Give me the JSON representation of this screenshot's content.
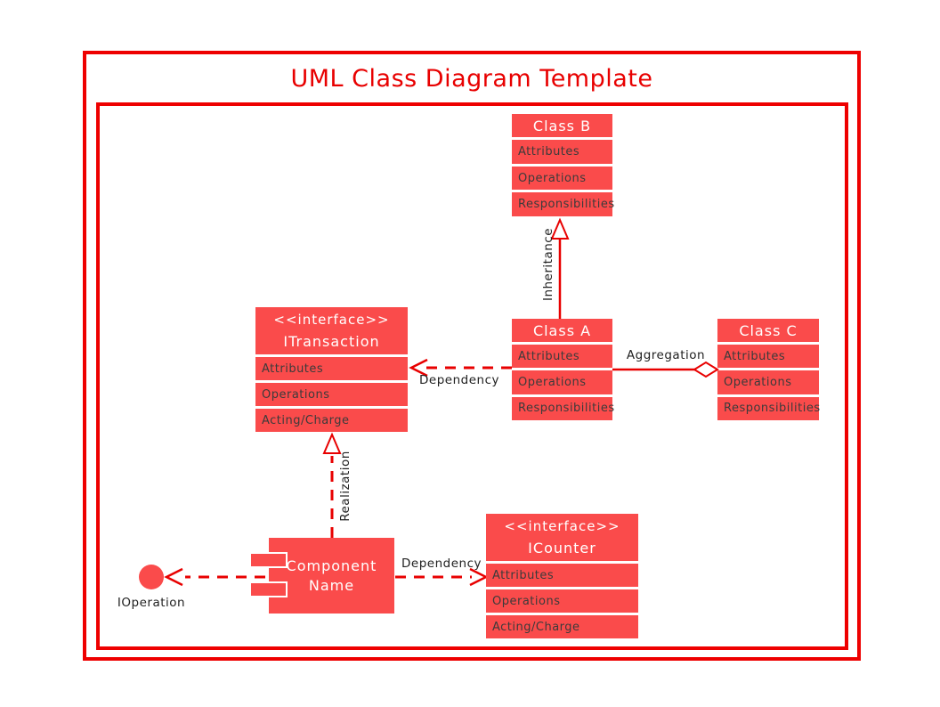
{
  "title": "UML Class Diagram Template",
  "colors": {
    "box_fill": "#FA4B4B",
    "frame_red": "#EE0000",
    "connector_red": "#E80000",
    "title_red": "#E80000",
    "header_text": "#FFFFFF",
    "row_text": "#3B3B3B",
    "label_text": "#212121"
  },
  "classes": {
    "class_b": {
      "title": "Class B",
      "rows": [
        "Attributes",
        "Operations",
        "Responsibilities"
      ]
    },
    "class_a": {
      "title": "Class A",
      "rows": [
        "Attributes",
        "Operations",
        "Responsibilities"
      ]
    },
    "class_c": {
      "title": "Class C",
      "rows": [
        "Attributes",
        "Operations",
        "Responsibilities"
      ]
    }
  },
  "interfaces": {
    "itransaction": {
      "stereotype": "<<interface>>",
      "title": "ITransaction",
      "rows": [
        "Attributes",
        "Operations",
        "Acting/Charge"
      ]
    },
    "icounter": {
      "stereotype": "<<interface>>",
      "title": "ICounter",
      "rows": [
        "Attributes",
        "Operations",
        "Acting/Charge"
      ]
    }
  },
  "component": {
    "name_lines": [
      "Component",
      "Name"
    ]
  },
  "connector_labels": {
    "inheritance": "Inheritance",
    "dependency_class": "Dependency",
    "aggregation": "Aggregation",
    "realization": "Realization",
    "dependency_component": "Dependency",
    "ioperation": "IOperation"
  }
}
